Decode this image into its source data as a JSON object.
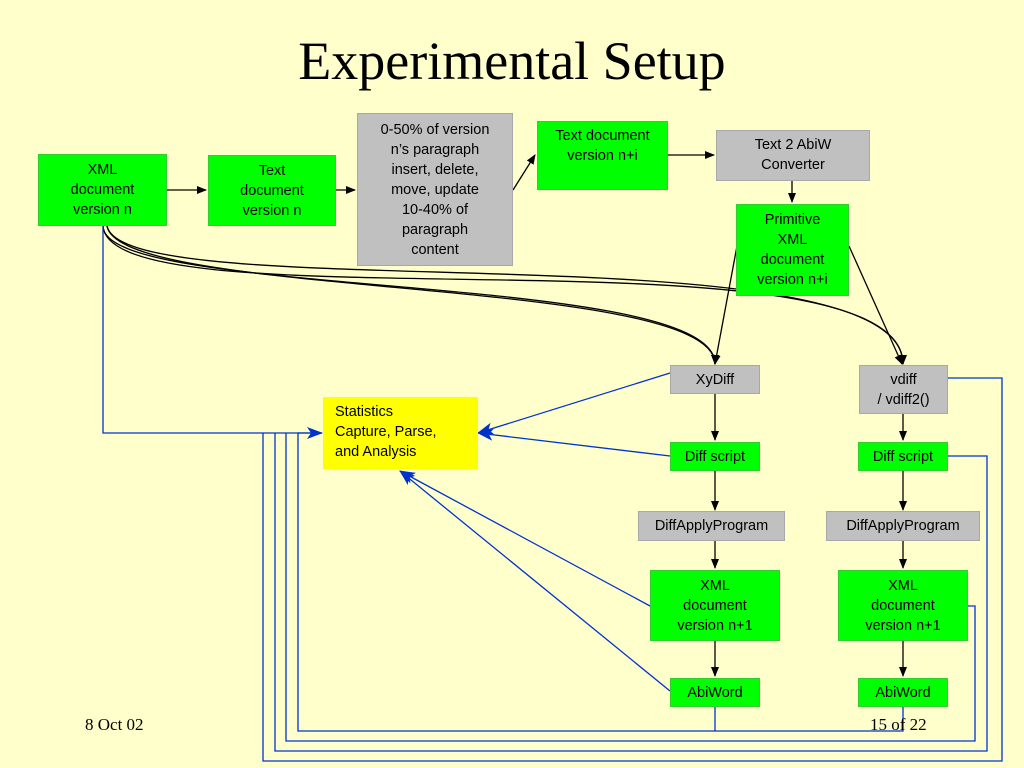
{
  "title": "Experimental Setup",
  "nodes": {
    "xml_n": "XML\ndocument\nversion n",
    "text_n": "Text\ndocument\nversion n",
    "modify": "0-50% of version\nn’s paragraph\ninsert, delete,\nmove, update\n10-40% of\nparagraph\ncontent",
    "text_ni": "Text document\nversion n+i",
    "converter": "Text 2 AbiW\nConverter",
    "primitive": "Primitive\nXML\ndocument\nversion n+i",
    "xydiff": "XyDiff",
    "vdiff": "vdiff\n/ vdiff2()",
    "stats": "Statistics\nCapture, Parse,\nand Analysis",
    "diff_script_left": "Diff script",
    "diff_script_right": "Diff script",
    "apply_left": "DiffApplyProgram",
    "apply_right": "DiffApplyProgram",
    "xml_n1_left": "XML\ndocument\nversion n+1",
    "xml_n1_right": "XML\ndocument\nversion n+1",
    "abiword_left": "AbiWord",
    "abiword_right": "AbiWord"
  },
  "footer": {
    "date": "8 Oct 02",
    "page": "15 of 22"
  },
  "colors": {
    "background": "#FFFFCC",
    "process_box": "#00FF00",
    "tool_box": "#C0C0C0",
    "analysis_box": "#FFFF00",
    "feedback_line": "#0033CC",
    "flow_line": "#000000"
  }
}
